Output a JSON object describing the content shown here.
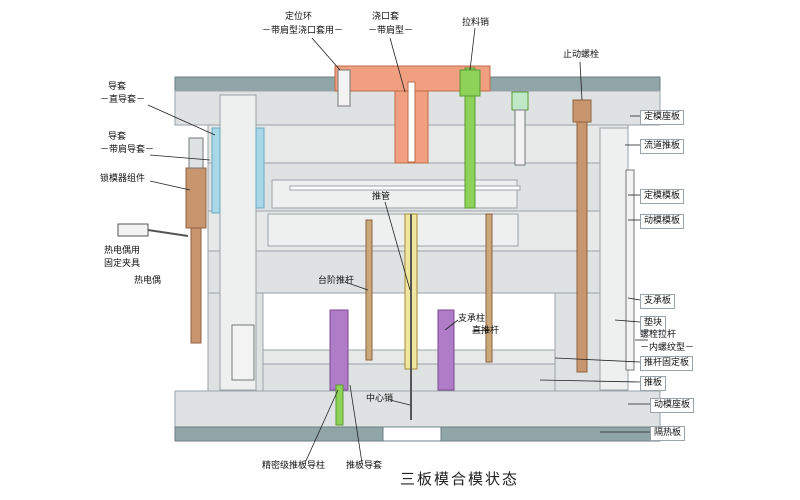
{
  "caption": "三板模合模状态",
  "labels": {
    "locating_ring": "定位环",
    "locating_ring_sub": "－带肩型浇口套用－",
    "sprue_bushing": "浇口套",
    "sprue_bushing_sub": "－带肩型－",
    "sprue_puller": "拉料销",
    "stop_bolt": "止动螺栓",
    "guide_bush_straight": "导套",
    "guide_bush_straight_sub": "－直导套－",
    "guide_bush_shoulder": "导套",
    "guide_bush_shoulder_sub": "－带肩导套－",
    "mold_lock": "锁模器组件",
    "tc_clamp": "热电偶用",
    "tc_clamp2": "固定夹具",
    "thermocouple": "热电偶",
    "push_tube": "推管",
    "stepped_pin": "台阶推杆",
    "support_pillar": "支承柱",
    "straight_pin": "直推杆",
    "center_pin": "中心销",
    "precision_guide": "精密级推板导柱",
    "ejector_guide_bush": "推板导套",
    "fixed_clamp_plate": "定模座板",
    "stripper_plate": "流道推板",
    "fixed_plate": "定模模板",
    "moving_plate": "动模模板",
    "support_plate": "支承板",
    "spacer_block": "垫块",
    "screw_puller": "螺栓拉杆",
    "screw_puller_sub": "－内螺纹型－",
    "ejector_retainer": "推杆固定板",
    "ejector_plate": "推板",
    "moving_clamp_plate": "动模座板",
    "insulation_plate": "隔热板"
  },
  "colors": {
    "plate_grey": "#dfe2e2",
    "plate_edge": "#9aa3a8",
    "insulation": "#8fa5a8",
    "sprue_orange": "#f0a080",
    "puller_green": "#8fd25a",
    "bolt_brown": "#c8966e",
    "pin_tan": "#c9a87a",
    "guide_purple": "#b07cc8",
    "bush_blue": "#a8d8e8"
  }
}
